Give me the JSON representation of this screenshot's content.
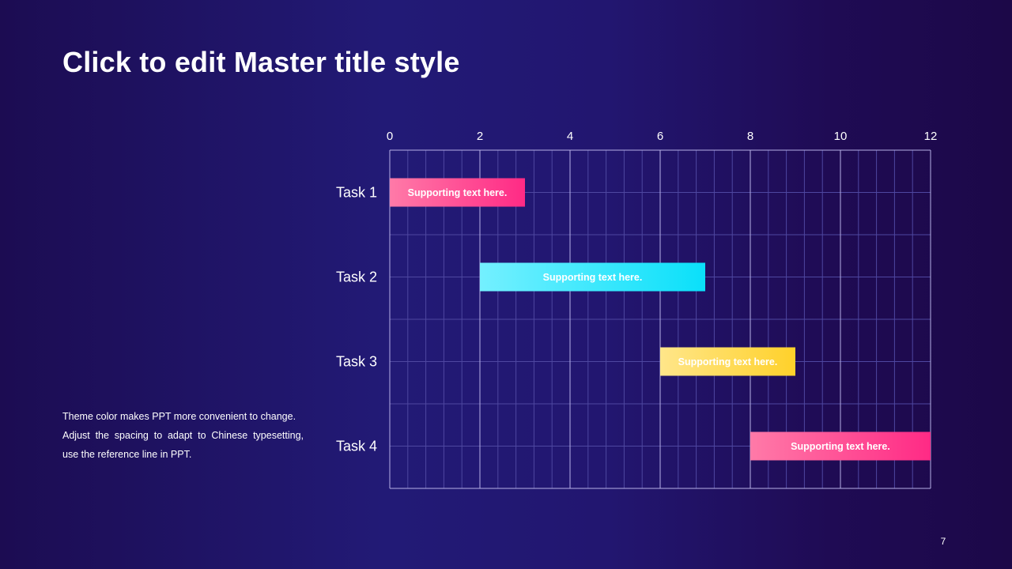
{
  "slide": {
    "title": "Click to edit Master title style",
    "body_lines": [
      "Theme color makes PPT more convenient to change.",
      "Adjust the spacing to adapt to Chinese typesetting, use the reference line in PPT."
    ],
    "page_number": "7"
  },
  "chart_data": {
    "type": "bar",
    "orientation": "horizontal-gantt",
    "title": "",
    "xlabel": "",
    "ylabel": "",
    "xlim": [
      0,
      12
    ],
    "x_ticks": [
      0,
      2,
      4,
      6,
      8,
      10,
      12
    ],
    "x_axis_position": "top",
    "grid": true,
    "categories": [
      "Task 1",
      "Task 2",
      "Task 3",
      "Task 4"
    ],
    "tasks": [
      {
        "name": "Task 1",
        "start": 0,
        "end": 3,
        "label": "Supporting text here.",
        "color_start": "#ff7aa8",
        "color_end": "#ff2a85"
      },
      {
        "name": "Task 2",
        "start": 2,
        "end": 7,
        "label": "Supporting text here.",
        "color_start": "#74f0ff",
        "color_end": "#0ae0fa"
      },
      {
        "name": "Task 3",
        "start": 6,
        "end": 9,
        "label": "Supporting text here.",
        "color_start": "#ffe68a",
        "color_end": "#ffd12a"
      },
      {
        "name": "Task 4",
        "start": 8,
        "end": 12,
        "label": "Supporting text here.",
        "color_start": "#ff7aa8",
        "color_end": "#ff2a85"
      }
    ],
    "colors": {
      "major_grid": "#b7b0e6",
      "minor_grid": "#4e47a0",
      "axis_text": "#ffffff"
    }
  }
}
